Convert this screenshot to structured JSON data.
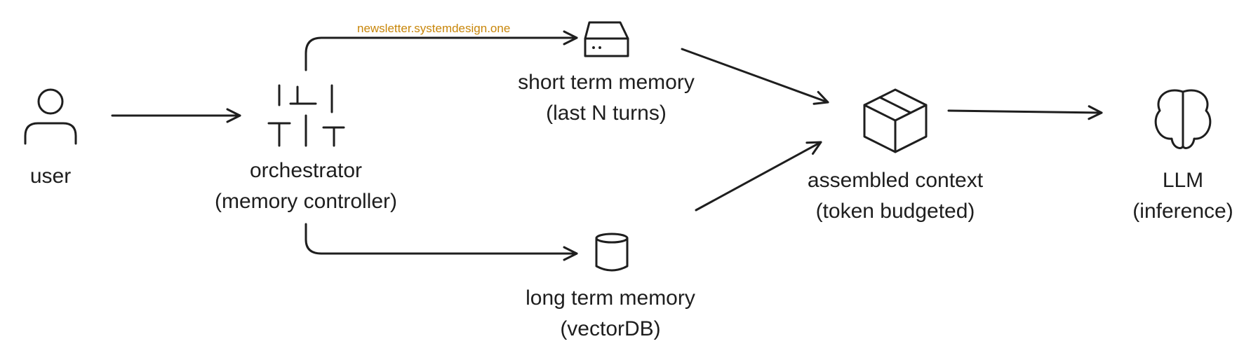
{
  "watermark": "newsletter.systemdesign.one",
  "nodes": {
    "user": {
      "label": "user",
      "icon": "person-icon"
    },
    "orchestrator": {
      "line1": "orchestrator",
      "line2": "(memory controller)",
      "icon": "orchestrator-icon"
    },
    "short_term_memory": {
      "line1": "short term memory",
      "line2": "(last N turns)",
      "icon": "server-icon"
    },
    "long_term_memory": {
      "line1": "long term memory",
      "line2": "(vectorDB)",
      "icon": "database-icon"
    },
    "assembled_context": {
      "line1": "assembled context",
      "line2": "(token budgeted)",
      "icon": "box-icon"
    },
    "llm": {
      "line1": "LLM",
      "line2": "(inference)",
      "icon": "brain-icon"
    }
  },
  "colors": {
    "stroke": "#1e1e1e",
    "watermark": "#c8860a",
    "background": "#ffffff"
  }
}
